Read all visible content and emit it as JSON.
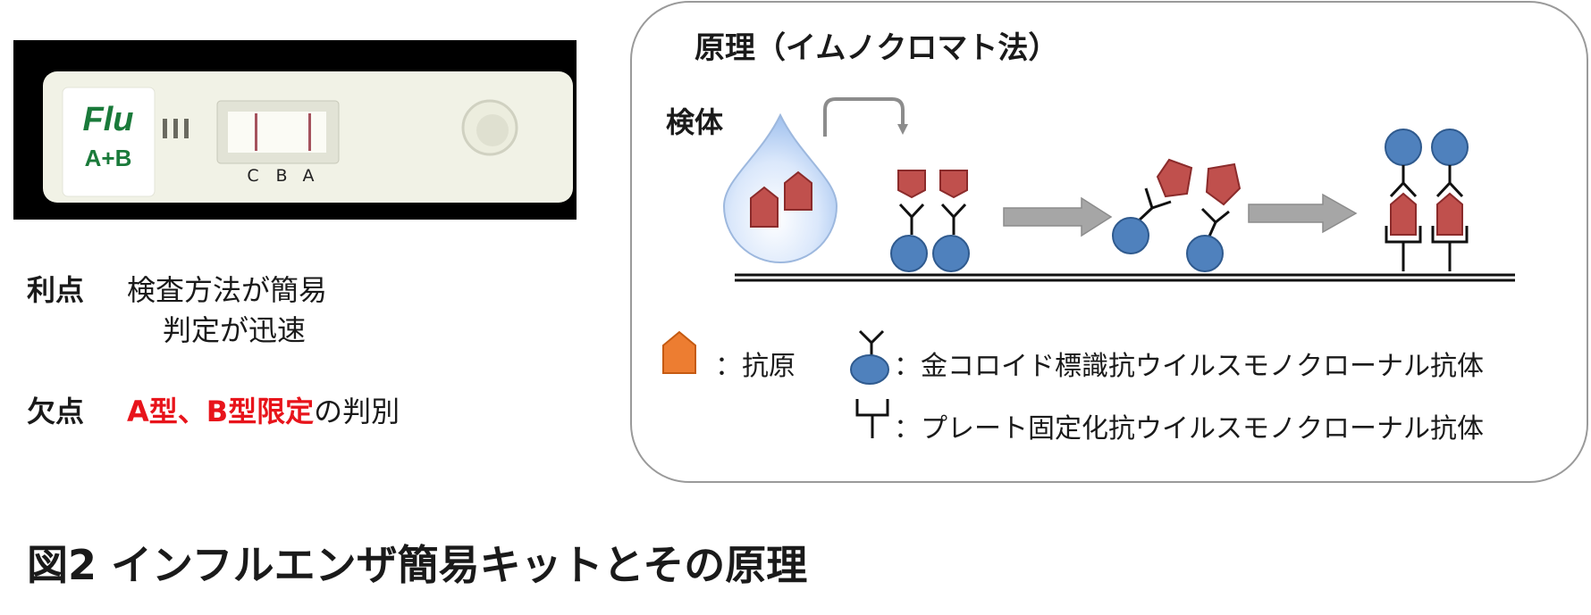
{
  "photo": {
    "kit_brand": "Flu",
    "kit_type": "A+B",
    "lane_labels": [
      "C",
      "B",
      "A"
    ],
    "colors": {
      "background": "#000000",
      "cassette": "#f1f2e6",
      "label_green": "#1a7a3a",
      "line": "#a5525d"
    }
  },
  "left_text": {
    "advantage_label": "利点",
    "advantage_line1": "検査方法が簡易",
    "advantage_line2": "判定が迅速",
    "disadvantage_label": "欠点",
    "disadvantage_red": "A型、B型限定",
    "disadvantage_rest": "の判別"
  },
  "principle": {
    "title": "原理（イムノクロマト法）",
    "specimen_label": "検体",
    "legend": {
      "antigen": "：抗原",
      "gold_antibody": "：金コロイド標識抗ウイルスモノクローナル抗体",
      "plate_antibody": "：プレート固定化抗ウイルスモノクローナル抗体"
    },
    "colors": {
      "antigen_red": "#c0504d",
      "antigen_orange": "#ed7d31",
      "gold_particle": "#4f81bd",
      "arrow_gray": "#a6a6a6",
      "drop_blue": "#bcd6f7"
    }
  },
  "caption": "図2 インフルエンザ簡易キットとその原理"
}
